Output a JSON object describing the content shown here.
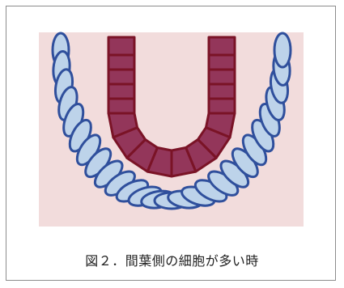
{
  "figure": {
    "caption": "図２．間葉側の細胞が多い時"
  },
  "colors": {
    "background_tissue": "#f2dcdc",
    "mesenchymal_fill": "#bdd3ea",
    "mesenchymal_stroke": "#2f4f9c",
    "epithelial_fill": "#93365a",
    "epithelial_stroke": "#7a1326",
    "frame": "#8c8c8c"
  },
  "cells": {
    "mesenchymal_count": 27,
    "epithelial_count": 18
  }
}
